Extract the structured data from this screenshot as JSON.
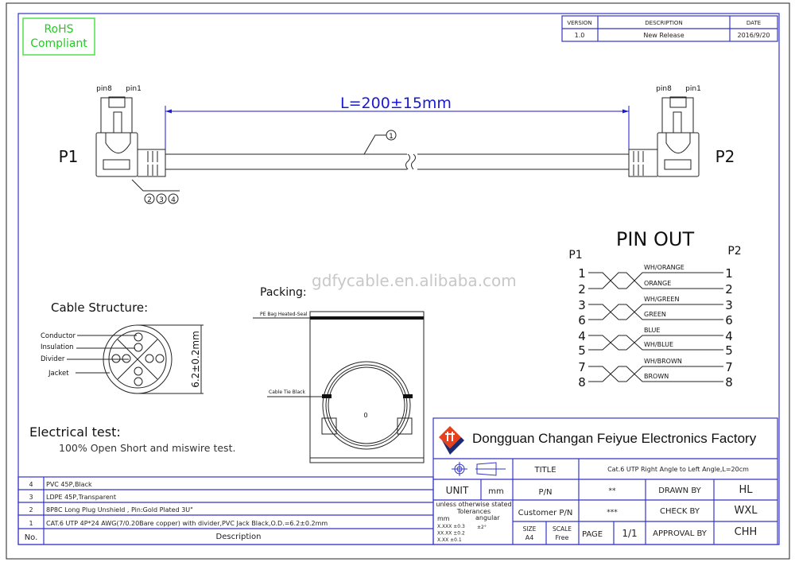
{
  "rohs": {
    "line1": "RoHS",
    "line2": "Compliant"
  },
  "revision": {
    "headers": [
      "VERSION",
      "DESCRIPTION",
      "DATE"
    ],
    "rows": [
      [
        "1.0",
        "New Release",
        "2016/9/20"
      ]
    ]
  },
  "drawing": {
    "length_label": "L=200±15mm",
    "p1": "P1",
    "p2": "P2",
    "pin8": "pin8",
    "pin1": "pin1",
    "balloon_cable": "1",
    "balloons_plug": [
      "2",
      "3",
      "4"
    ]
  },
  "watermark": "gdfycable.en.alibaba.com",
  "pinout": {
    "title": "PIN OUT",
    "left_label": "P1",
    "right_label": "P2",
    "rows": [
      {
        "p1": "1",
        "p2": "1",
        "color": "WH/ORANGE"
      },
      {
        "p1": "2",
        "p2": "2",
        "color": "ORANGE"
      },
      {
        "p1": "3",
        "p2": "3",
        "color": "WH/GREEN"
      },
      {
        "p1": "6",
        "p2": "6",
        "color": "GREEN"
      },
      {
        "p1": "4",
        "p2": "4",
        "color": "BLUE"
      },
      {
        "p1": "5",
        "p2": "5",
        "color": "WH/BLUE"
      },
      {
        "p1": "7",
        "p2": "7",
        "color": "WH/BROWN"
      },
      {
        "p1": "8",
        "p2": "8",
        "color": "BROWN"
      }
    ]
  },
  "cable_structure": {
    "title": "Cable Structure:",
    "labels": [
      "Conductor",
      "Insulation",
      "Divider",
      "Jacket"
    ],
    "diameter": "6.2±0.2mm"
  },
  "packing": {
    "title": "Packing:",
    "bag": "PE Bag Heated-Seal",
    "tie": "Cable Tie Black",
    "center": "0"
  },
  "electrical": {
    "title": "Electrical test:",
    "text": "100% Open Short and miswire test."
  },
  "bom": {
    "rows": [
      {
        "no": "4",
        "desc": "PVC 45P,Black"
      },
      {
        "no": "3",
        "desc": "LDPE 45P,Transparent"
      },
      {
        "no": "2",
        "desc": "8P8C Long Plug Unshield , Pin:Gold Plated 3U\""
      },
      {
        "no": "1",
        "desc": "CAT.6 UTP 4P*24 AWG(7/0.20Bare copper) with divider,PVC Jack Black,O.D.=6.2±0.2mm"
      }
    ],
    "header_no": "No.",
    "header_desc": "Description"
  },
  "title_block": {
    "company": "Dongguan Changan Feiyue Electronics Factory",
    "title_label": "TITLE",
    "title_value": "Cat.6 UTP  Right  Angle to Left Angle,L=20cm",
    "unit_label": "UNIT",
    "unit_value": "mm",
    "pn_label": "P/N",
    "pn_value": "**",
    "customer_pn_label": "Customer P/N",
    "customer_pn_value": "***",
    "drawn_by_label": "DRAWN BY",
    "drawn_by": "HL",
    "check_by_label": "CHECK BY",
    "check_by": "WXL",
    "approval_by_label": "APPROVAL BY",
    "approval_by": "CHH",
    "tolerance_title1": "unless otherwise stated",
    "tolerance_title2": "Tolerances",
    "tol_mm": "mm",
    "tol_angular": "angular",
    "tol_angle": "±2°",
    "tol_rows": [
      "X.XXX ±0.3",
      "XX.XX ±0.2",
      "X.XX ±0.1"
    ],
    "size_label": "SIZE",
    "size_value": "A4",
    "scale_label": "SCALE",
    "scale_value": "Free",
    "page_label": "PAGE",
    "page_value": "1/1"
  },
  "colors": {
    "border_blue": "#3535c8",
    "rohs_green": "#33dd33",
    "logo_red": "#e8401c",
    "logo_navy": "#1e2a6e",
    "dimension_blue": "#1a1ad0"
  }
}
